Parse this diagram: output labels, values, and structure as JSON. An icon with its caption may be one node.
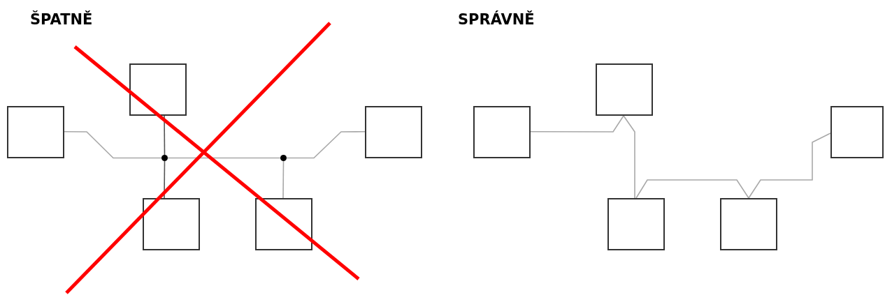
{
  "diagram": {
    "nodes": [
      {
        "text": [],
        "shape": "box"
      },
      {
        "text": [],
        "shape": "box"
      },
      {
        "text": [],
        "shape": "box"
      },
      {
        "text": [],
        "shape": "circle"
      },
      {
        "text": [],
        "shape": "box"
      },
      {
        "text": [],
        "shape": "circle"
      },
      {
        "text": [],
        "shape": "box"
      },
      {
        "text": [],
        "shape": "box"
      },
      {
        "text": [],
        "shape": "box"
      },
      {
        "text": [],
        "shape": "box"
      },
      {
        "text": [],
        "shape": "box"
      },
      {
        "text": [],
        "shape": "box"
      }
    ],
    "edges": [
      {
        "from": 0,
        "to": 3,
        "arrow": "none"
      },
      {
        "from": 1,
        "to": 3,
        "arrow": "none",
        "color": "#555555"
      },
      {
        "from": 3,
        "to": 2,
        "arrow": "none",
        "color": "#555555"
      },
      {
        "from": 3,
        "to": 5,
        "arrow": "none"
      },
      {
        "from": 5,
        "to": 4,
        "arrow": "none"
      },
      {
        "from": 5,
        "to": 6,
        "arrow": "none"
      },
      {
        "from": 7,
        "to": 8,
        "arrow": "none"
      },
      {
        "from": 8,
        "to": 9,
        "arrow": "none"
      },
      {
        "from": 9,
        "to": 10,
        "arrow": "none"
      },
      {
        "from": 10,
        "to": 11,
        "arrow": "none"
      }
    ],
    "labels": [
      "ŠPATNĚ",
      "SPRÁVNĚ"
    ]
  }
}
